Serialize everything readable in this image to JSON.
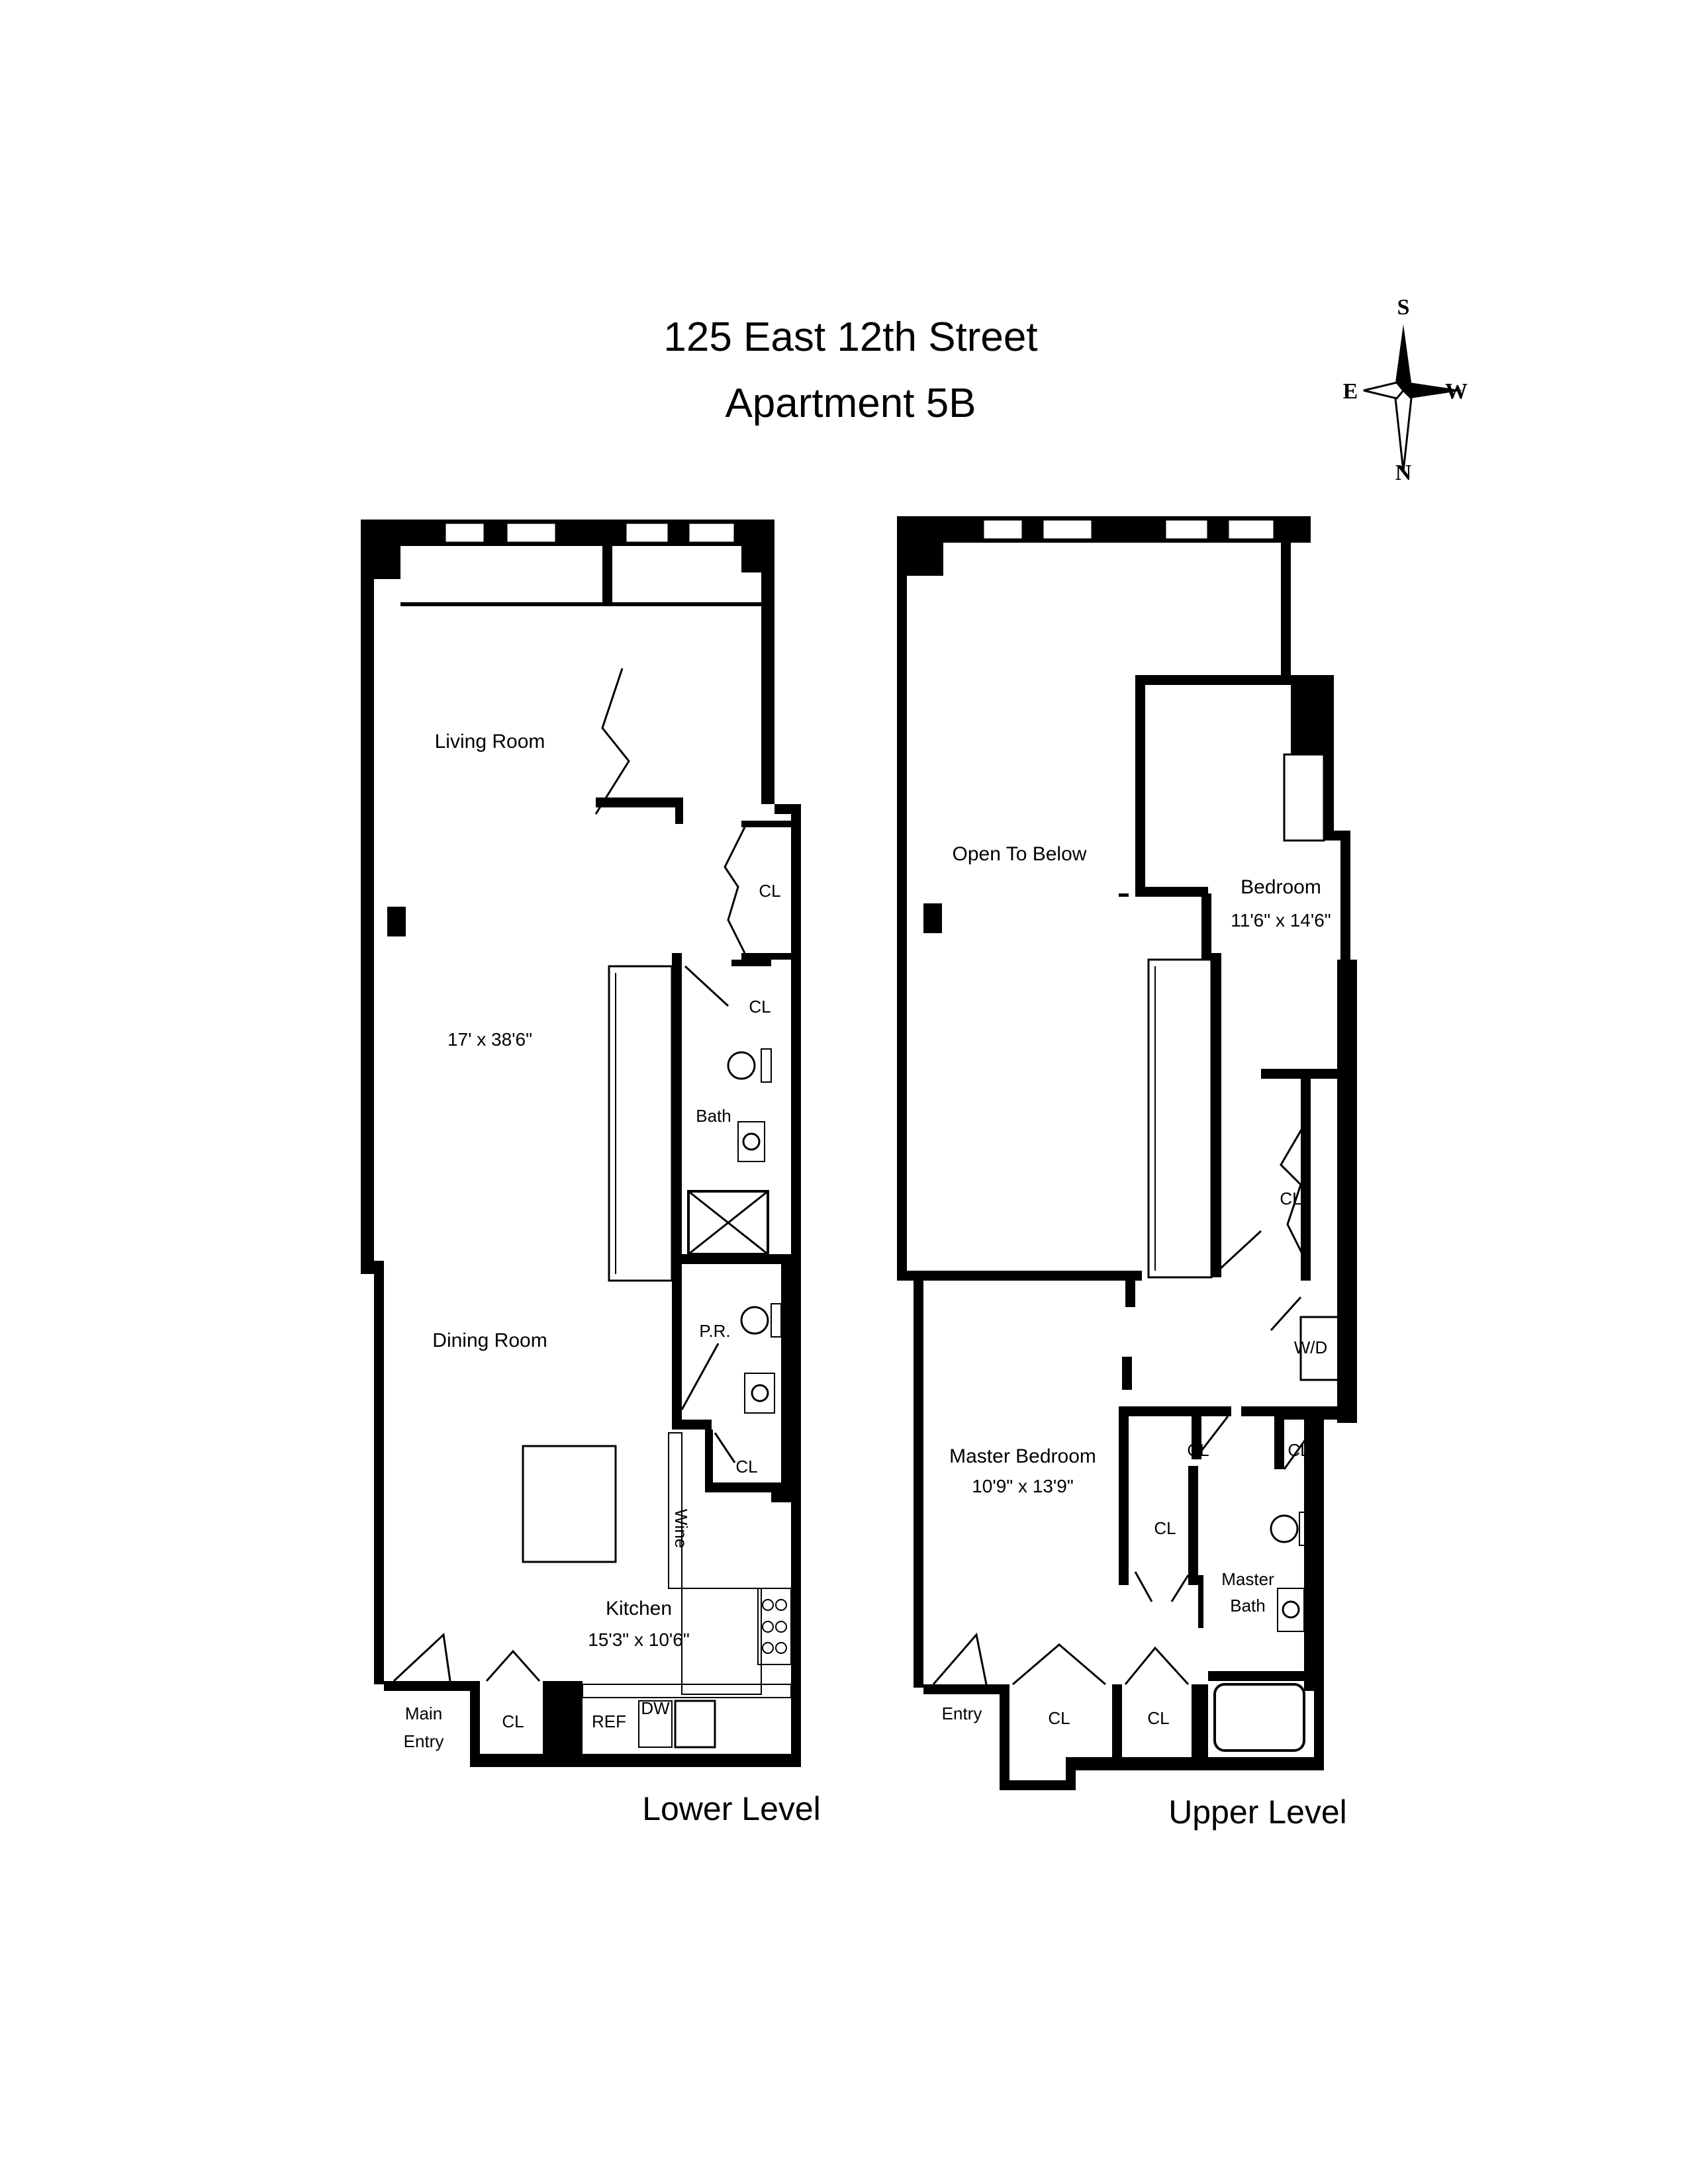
{
  "title": {
    "address": "125 East 12th Street",
    "unit": "Apartment 5B"
  },
  "compass": {
    "north": "N",
    "south": "S",
    "east": "E",
    "west": "W"
  },
  "lower_level": {
    "label": "Lower Level",
    "living_room": "Living Room",
    "living_dims": "17' x 38'6\"",
    "dining_room": "Dining Room",
    "kitchen": "Kitchen",
    "kitchen_dims": "15'3\" x 10'6\"",
    "bath": "Bath",
    "powder_room": "P.R.",
    "wine": "Wine",
    "closet": "CL",
    "ref": "REF",
    "dw": "DW",
    "main_entry_1": "Main",
    "main_entry_2": "Entry"
  },
  "upper_level": {
    "label": "Upper Level",
    "open_to_below": "Open To Below",
    "bedroom": "Bedroom",
    "bedroom_dims": "11'6\" x 14'6\"",
    "master_bedroom": "Master Bedroom",
    "master_dims": "10'9\" x 13'9\"",
    "master_bath_1": "Master",
    "master_bath_2": "Bath",
    "wd": "W/D",
    "closet": "CL",
    "entry": "Entry"
  }
}
